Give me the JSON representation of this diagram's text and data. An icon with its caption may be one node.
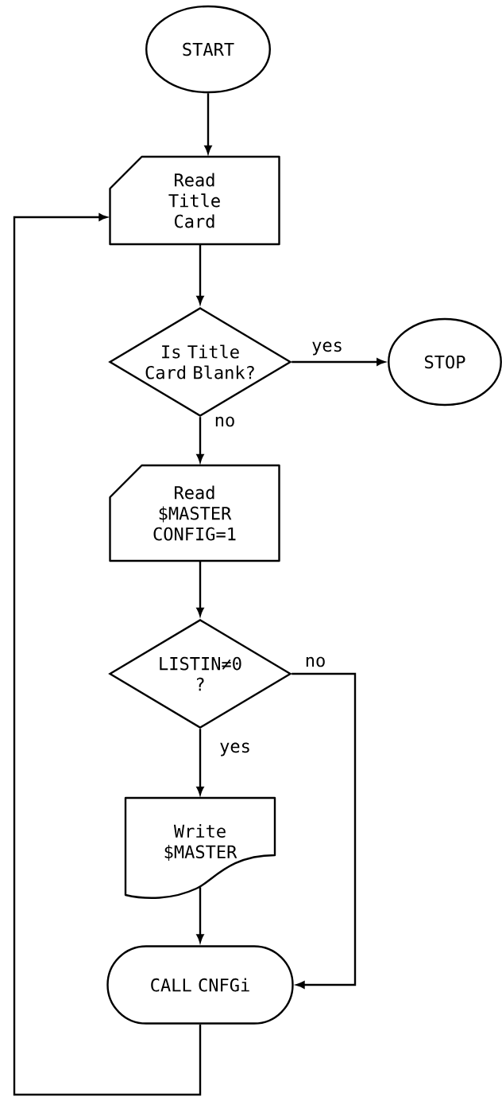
{
  "diagram": {
    "nodes": [
      {
        "text": [
          "START"
        ]
      },
      {
        "text": [
          "Read Title Card"
        ]
      },
      {
        "text": [
          "Is Title Card Blank?"
        ]
      },
      {
        "text": [
          "STOP"
        ]
      },
      {
        "text": [
          "Read $MASTER CONFIG=1"
        ]
      },
      {
        "text": [
          "LISTIN≠0 ?"
        ]
      },
      {
        "text": [
          "Write $MASTER"
        ]
      },
      {
        "text": [
          "CALL CNFGi"
        ]
      }
    ],
    "edges": [
      {
        "from": 0,
        "to": 1,
        "arrow": "to"
      },
      {
        "from": 1,
        "to": 2,
        "arrow": "to"
      },
      {
        "from": 2,
        "to": 3,
        "arrow": "to",
        "label": "yes"
      },
      {
        "from": 2,
        "to": 4,
        "arrow": "to",
        "label": "no"
      },
      {
        "from": 4,
        "to": 5,
        "arrow": "to"
      },
      {
        "from": 5,
        "to": 6,
        "arrow": "to",
        "label": "yes"
      },
      {
        "from": 5,
        "to": 7,
        "arrow": "to",
        "label": "no"
      },
      {
        "from": 6,
        "to": 7,
        "arrow": "to"
      },
      {
        "from": 7,
        "to": 1,
        "arrow": "to"
      }
    ]
  }
}
